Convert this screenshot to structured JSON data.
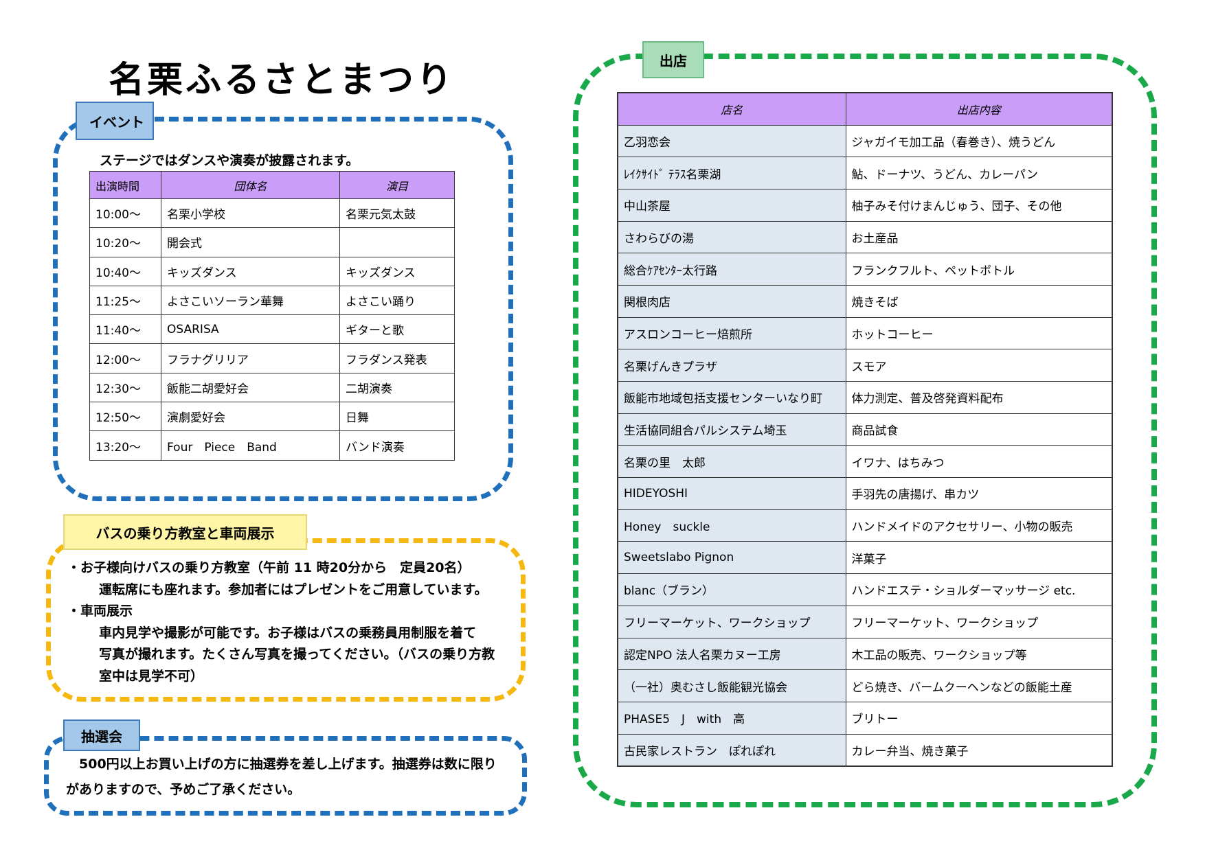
{
  "title": "名栗ふるさとまつり",
  "event": {
    "tab": "イベント",
    "intro": "ステージではダンスや演奏が披露されます。",
    "headers": [
      "出演時間",
      "団体名",
      "演目"
    ],
    "rows": [
      [
        "10:00～",
        "名栗小学校",
        "名栗元気太鼓"
      ],
      [
        "10:20～",
        "開会式",
        ""
      ],
      [
        "10:40～",
        "キッズダンス",
        "キッズダンス"
      ],
      [
        "11:25～",
        "よさこいソーラン華舞",
        "よさこい踊り"
      ],
      [
        "11:40～",
        "OSARISA",
        "ギターと歌"
      ],
      [
        "12:00～",
        "フラナグリリア",
        "フラダンス発表"
      ],
      [
        "12:30～",
        "飯能二胡愛好会",
        "二胡演奏"
      ],
      [
        "12:50～",
        "演劇愛好会",
        "日舞"
      ],
      [
        "13:20～",
        "Four　Piece　Band",
        "バンド演奏"
      ]
    ]
  },
  "bus": {
    "tab": "バスの乗り方教室と車両展示",
    "lines": [
      "・お子様向けバスの乗り方教室（午前 11 時20分から　定員20名）",
      "運転席にも座れます。参加者にはプレゼントをご用意しています。",
      "・車両展示",
      "車内見学や撮影が可能です。お子様はバスの乗務員用制服を着て",
      "写真が撮れます。たくさん写真を撮ってください。（バスの乗り方教",
      "室中は見学不可）"
    ]
  },
  "lottery": {
    "tab": "抽選会",
    "text": "　500円以上お買い上げの方に抽選券を差し上げます。抽選券は数に限りがありますので、予めご了承ください。"
  },
  "shop": {
    "tab": "出店",
    "headers": [
      "店名",
      "出店内容"
    ],
    "rows": [
      [
        "乙羽恋会",
        "ジャガイモ加工品（春巻き）、焼うどん"
      ],
      [
        "ﾚｲｸｻｲﾄﾞ ﾃﾗｽ名栗湖",
        "鮎、ドーナツ、うどん、カレーパン"
      ],
      [
        "中山茶屋",
        "柚子みそ付けまんじゅう、団子、その他"
      ],
      [
        "さわらびの湯",
        "お土産品"
      ],
      [
        "総合ｹｱｾﾝﾀｰ太行路",
        "フランクフルト、ペットボトル"
      ],
      [
        "関根肉店",
        "焼きそば"
      ],
      [
        "アスロンコーヒー焙煎所",
        "ホットコーヒー"
      ],
      [
        "名栗げんきプラザ",
        "スモア"
      ],
      [
        "飯能市地域包括支援センターいなり町",
        "体力測定、普及啓発資料配布"
      ],
      [
        "生活協同組合パルシステム埼玉",
        "商品試食"
      ],
      [
        "名栗の里　太郎",
        "イワナ、はちみつ"
      ],
      [
        "HIDEYOSHI",
        "手羽先の唐揚げ、串カツ"
      ],
      [
        "Honey　suckle",
        "ハンドメイドのアクセサリー、小物の販売"
      ],
      [
        "Sweetslabo Pignon",
        "洋菓子"
      ],
      [
        "blanc（ブラン）",
        "ハンドエステ・ショルダーマッサージ etc."
      ],
      [
        "フリーマーケット、ワークショップ",
        "フリーマーケット、ワークショップ"
      ],
      [
        "認定NPO 法人名栗カヌー工房",
        "木工品の販売、ワークショップ等"
      ],
      [
        "（一社）奥むさし飯能観光協会",
        "どら焼き、バームクーヘンなどの飯能土産"
      ],
      [
        "PHASE5　J　with　高",
        "ブリトー"
      ],
      [
        "古民家レストラン　ぽれぽれ",
        "カレー弁当、焼き菓子"
      ]
    ]
  },
  "colors": {
    "blue_dash": "#1f6fba",
    "yellow_dash": "#f5b80f",
    "green_dash": "#19a84a",
    "header_purple": "#c99df8",
    "shop_name_cell": "#dfe8f1"
  }
}
